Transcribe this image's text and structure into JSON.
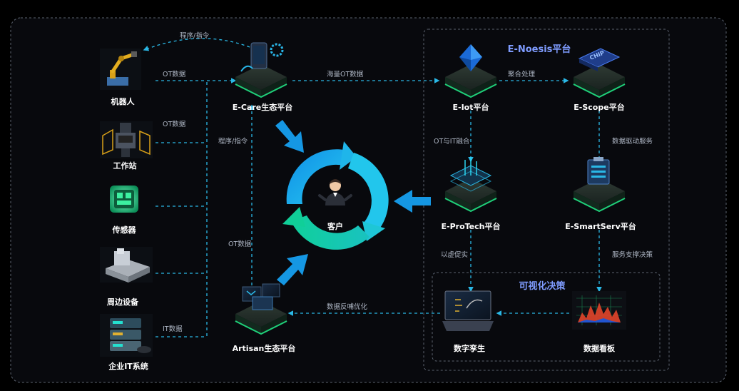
{
  "colors": {
    "panel_bg": "#08090d",
    "dash_border": "#5c6370",
    "flow_line": "#2ab8e6",
    "green_glow": "#1fd17a",
    "cycle_blue": "#1597e3",
    "cycle_green": "#14c98e",
    "group_title": "#7f9cff"
  },
  "groups": {
    "enoesis": "E-Noesis平台",
    "visual": "可视化决策"
  },
  "nodes": {
    "robot": "机器人",
    "workstation": "工作站",
    "sensor": "传感器",
    "peripheral": "周边设备",
    "enterprise_it": "企业IT系统",
    "ecare": "E-Care生态平台",
    "artisan": "Artisan生态平台",
    "customer": "客户",
    "eiot": "E-Iot平台",
    "escope": "E-Scope平台",
    "eprotech": "E-ProTech平台",
    "esmartserv": "E-SmartServ平台",
    "digital_twin": "数字孪生",
    "dashboard": "数据看板"
  },
  "edges": {
    "program_cmd_top": "程序/指令",
    "ot_data_robot": "OT数据",
    "ot_data_ws": "OT数据",
    "program_cmd_mid": "程序/指令",
    "ot_data_mid": "OT数据",
    "it_data": "IT数据",
    "massive_ot": "海量OT数据",
    "aggregate": "聚合处理",
    "ot_it_fusion": "OT与IT融合",
    "data_driven": "数据驱动服务",
    "virtual_real": "以虚促实",
    "support_decision": "服务支撑决策",
    "feedback": "数据反哺优化"
  },
  "chip_text": "CHIP"
}
